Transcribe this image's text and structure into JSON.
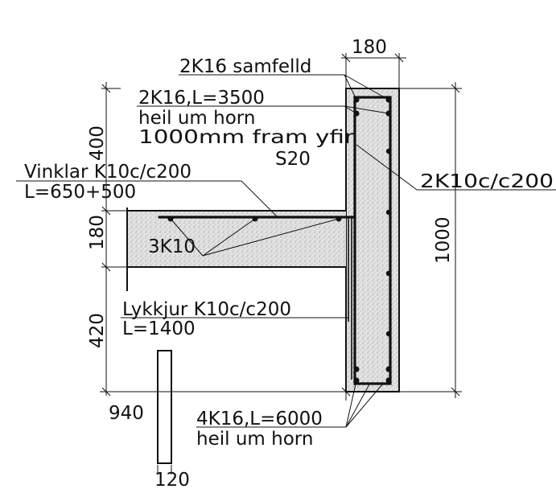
{
  "dimensions": {
    "wall_width": "180",
    "top_400": "400",
    "slab_180": "180",
    "bottom_420": "420",
    "height_1000": "1000",
    "width_940": "940",
    "post_120": "120"
  },
  "labels": {
    "samfelld": "2K16 samfelld",
    "top_bars_line1": "2K16,L=3500",
    "top_bars_line2": "heil um horn",
    "top_bars_line3": "1000mm fram yfir",
    "concrete_grade": "S20",
    "angle_bars_line1": "Vinklar K10c/c200",
    "angle_bars_line2": "L=650+500",
    "wall_stirrups": "2K10c/c200",
    "slab_bars": "3K10",
    "loops_line1": "Lykkjur K10c/c200",
    "loops_line2": "L=1400",
    "bottom_bars_line1": "4K16,L=6000",
    "bottom_bars_line2": "heil um horn"
  },
  "colors": {
    "ink": "#111111",
    "concrete_fill": "#dcdcdc",
    "background": "#ffffff"
  }
}
